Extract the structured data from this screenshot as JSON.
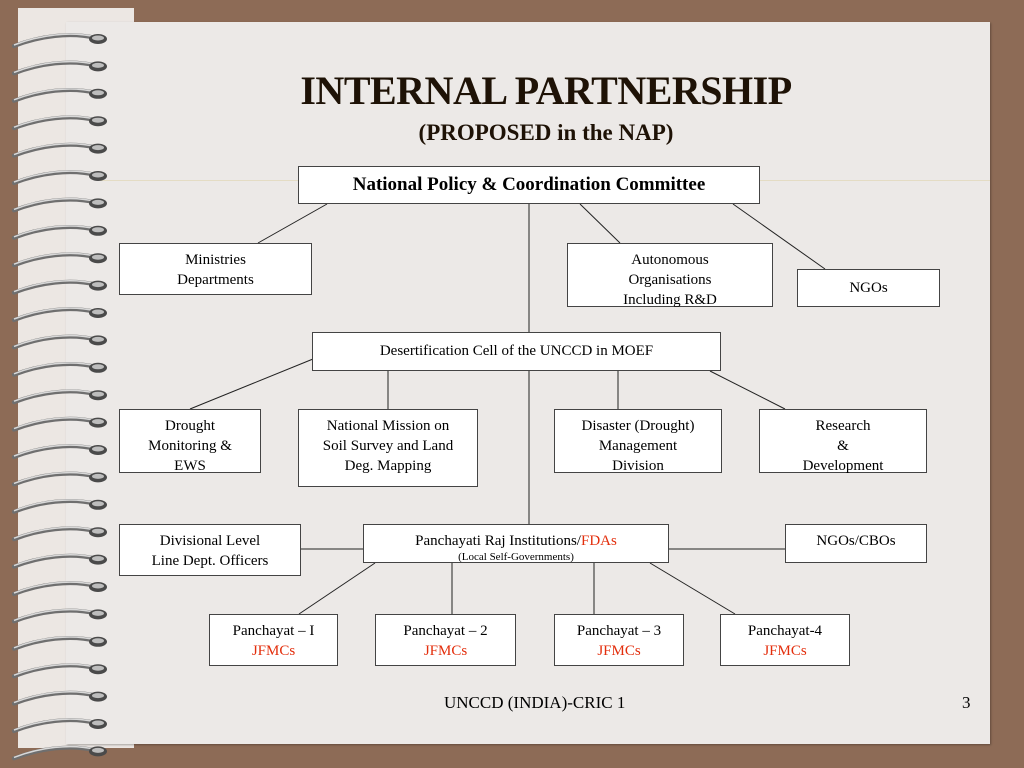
{
  "slide": {
    "title": "INTERNAL PARTNERSHIP",
    "subtitle": "(PROPOSED in the NAP)",
    "footer": "UNCCD (INDIA)-CRIC 1",
    "page_number": "3"
  },
  "boxes": {
    "top": "National Policy & Coordination Committee",
    "ministries": [
      "Ministries",
      "Departments"
    ],
    "autonomous": [
      "Autonomous",
      "Organisations",
      "Including R&D"
    ],
    "ngos": "NGOs",
    "cell": "Desertification Cell of the UNCCD in MOEF",
    "drought": [
      "Drought",
      "Monitoring &",
      "EWS"
    ],
    "mission": [
      "National Mission on",
      "Soil Survey and Land",
      "Deg. Mapping"
    ],
    "disaster": [
      "Disaster (Drought)",
      "Management",
      "Division"
    ],
    "research": [
      "Research",
      "&",
      "Development"
    ],
    "divisional": [
      "Divisional Level",
      "Line Dept. Officers"
    ],
    "pri_main": "Panchayati Raj Institutions/",
    "pri_red": "FDAs",
    "pri_sub": "(Local Self-Governments)",
    "ngocbo": "NGOs/CBOs",
    "p1": "Panchayat – I",
    "p2": "Panchayat – 2",
    "p3": "Panchayat – 3",
    "p4": "Panchayat-4",
    "jfmc": "JFMCs"
  },
  "colors": {
    "background": "#8d6b56",
    "paper": "#ece9e7",
    "title": "#1e1206",
    "highlight": "#e32e0c"
  }
}
